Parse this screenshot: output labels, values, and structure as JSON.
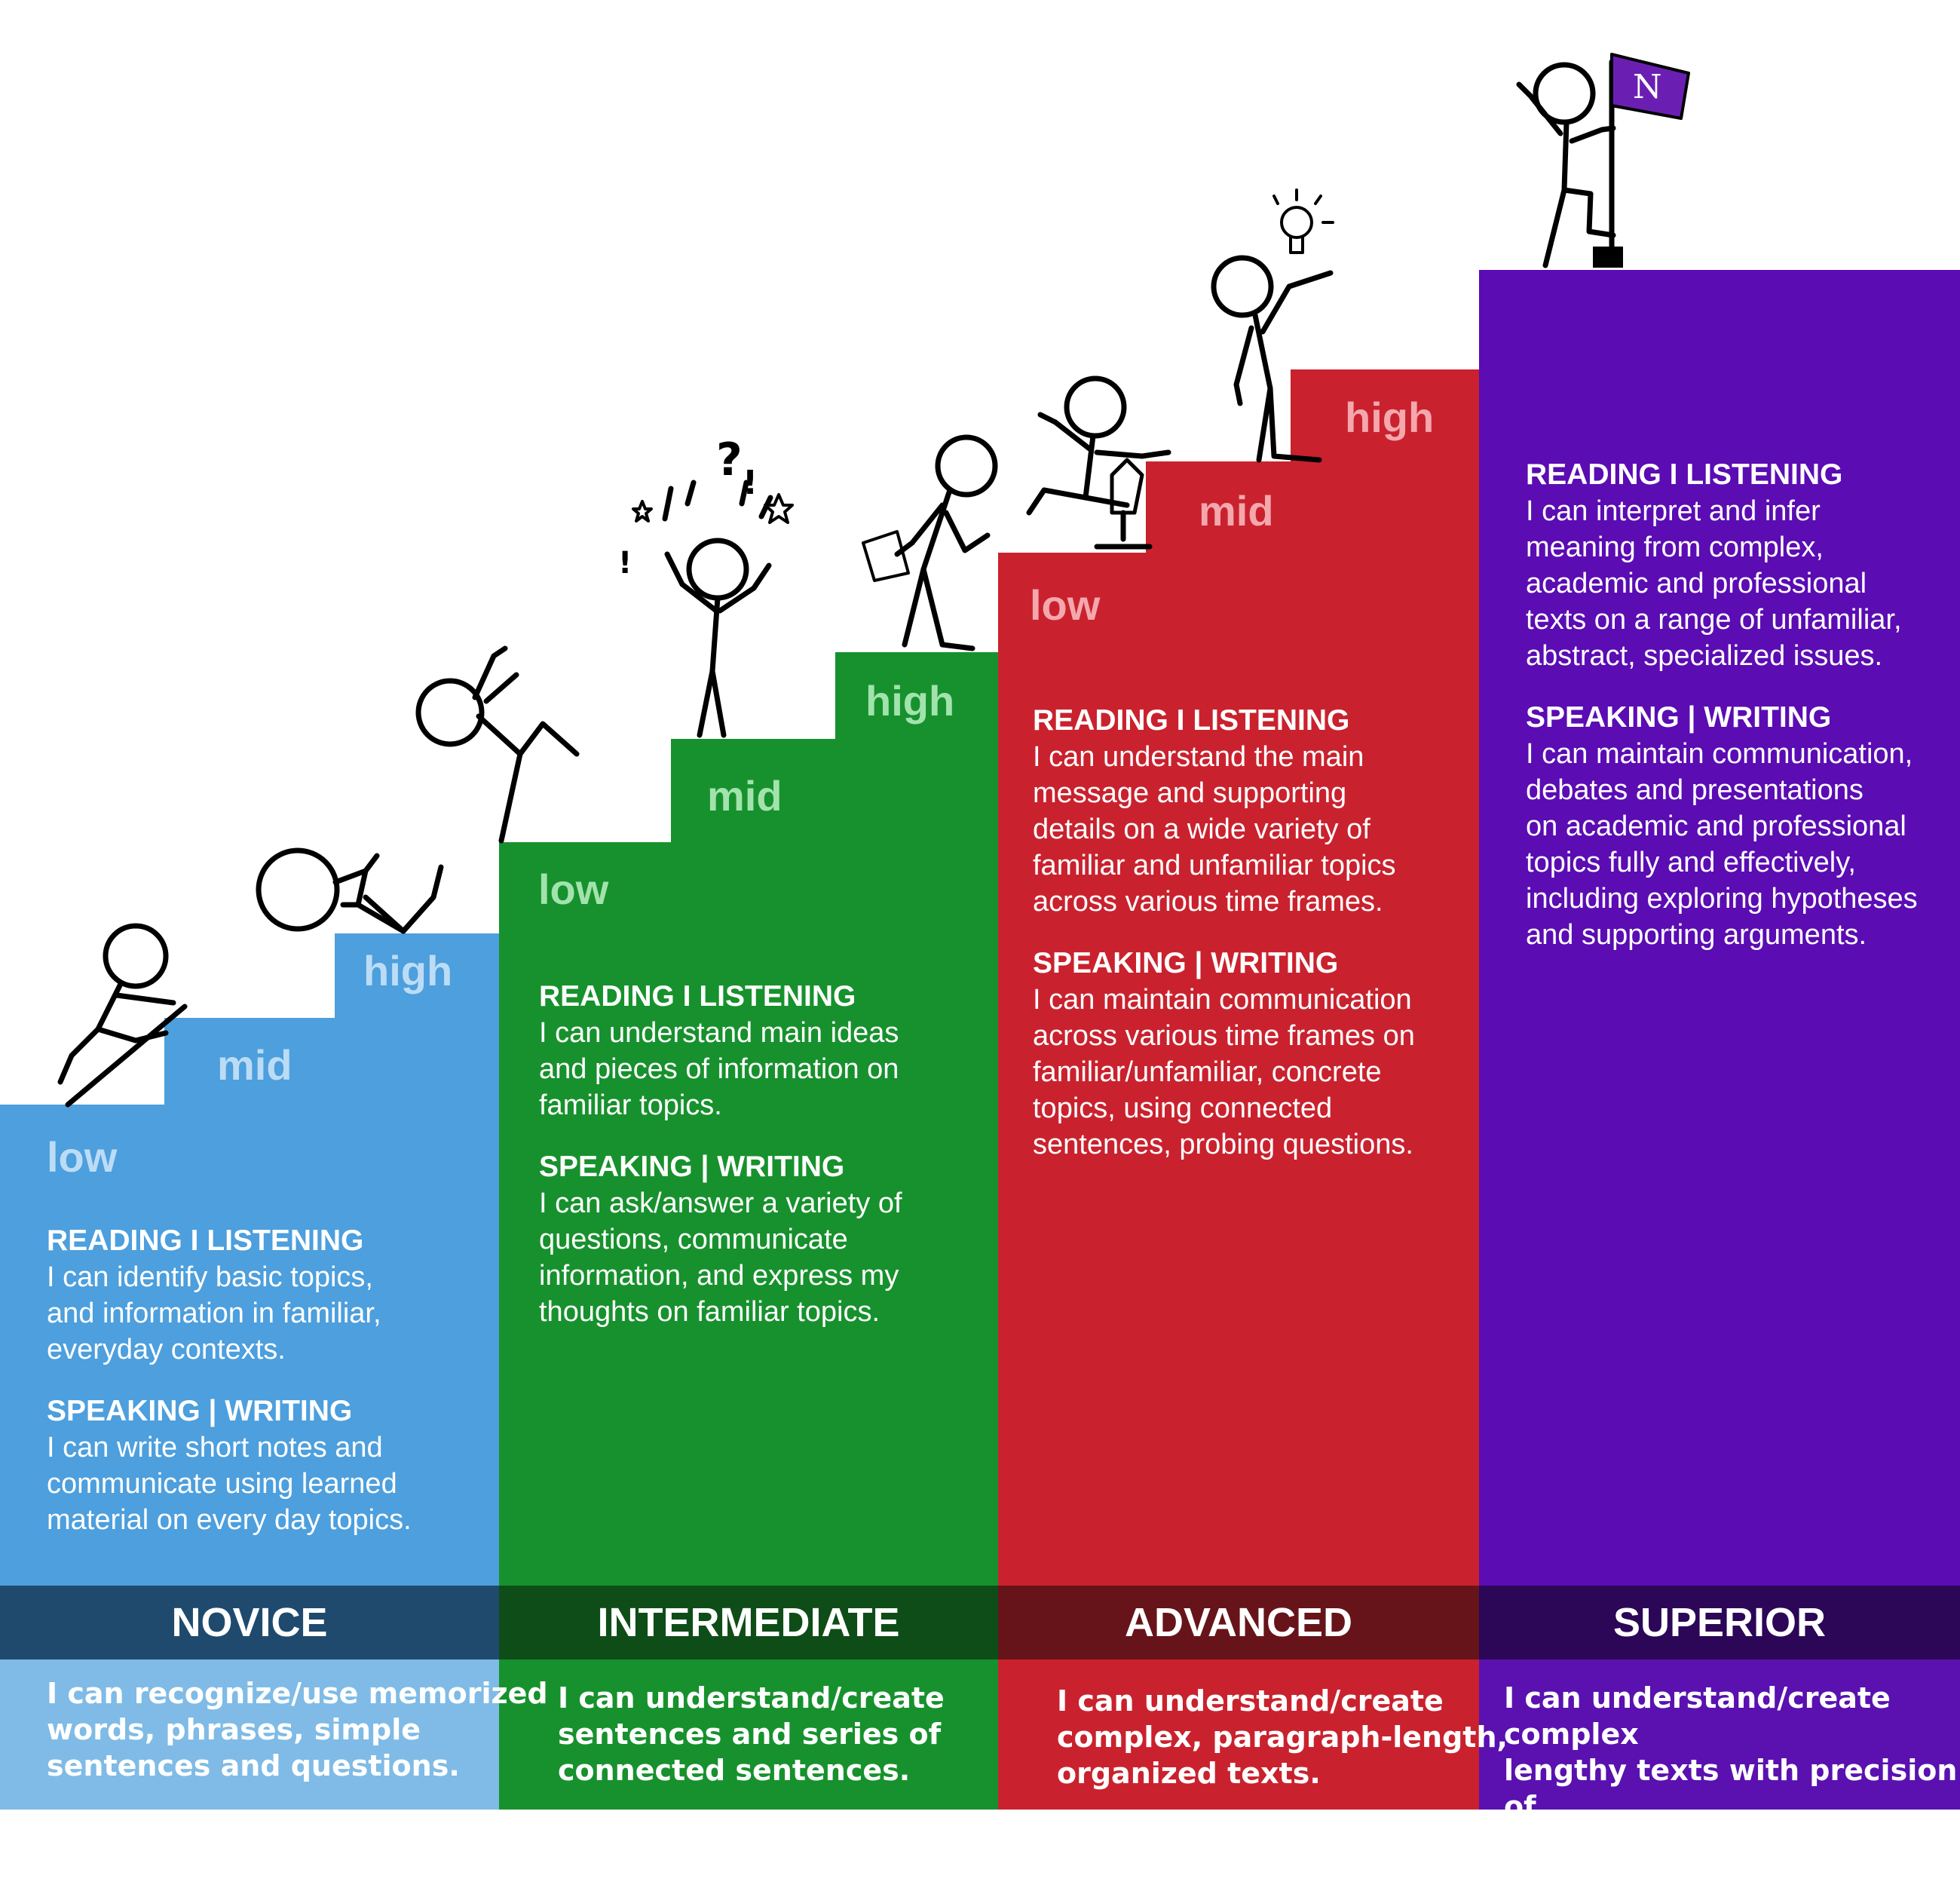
{
  "colors": {
    "novice": "#4d9fdd",
    "novice_band": "#1f4a6e",
    "novice_summary": "#7fbbe6",
    "intermediate": "#17912d",
    "intermediate_band": "#0f4d18",
    "advanced": "#c9222e",
    "advanced_band": "#66141a",
    "superior": "#5b0cb3",
    "superior_band": "#2c0657",
    "superior_summary": "#5a11b0"
  },
  "icons": {
    "flag": "flag-icon",
    "lightbulb": "lightbulb-icon",
    "question": "question-mark-icon"
  },
  "steps": {
    "novice": {
      "low": "low",
      "mid": "mid",
      "high": "high"
    },
    "intermediate": {
      "low": "low",
      "mid": "mid",
      "high": "high"
    },
    "advanced": {
      "low": "low",
      "mid": "mid",
      "high": "high"
    }
  },
  "flag_letter": "N",
  "novice": {
    "reading_heading": "READING I LISTENING",
    "reading_text": "I can identify basic topics,\nand information in familiar,\neveryday contexts.",
    "speaking_heading": "SPEAKING | WRITING",
    "speaking_text": "I can write short notes and\ncommunicate  using learned\nmaterial on every day topics.",
    "band": "NOVICE",
    "summary": "I can recognize/use memorized\nwords, phrases, simple\nsentences and questions."
  },
  "intermediate": {
    "reading_heading": "READING I LISTENING",
    "reading_text": "I can understand main ideas\nand pieces of information on\nfamiliar topics.",
    "speaking_heading": "SPEAKING | WRITING",
    "speaking_text": "I can ask/answer a variety of\nquestions, communicate\ninformation, and express my\nthoughts on familiar topics.",
    "band": "INTERMEDIATE",
    "summary": "I can understand/create\nsentences and series of\nconnected sentences."
  },
  "advanced": {
    "reading_heading": "READING I LISTENING",
    "reading_text": "I can understand the main\nmessage and supporting\ndetails on a wide variety of\nfamiliar and unfamiliar topics\nacross various time frames.",
    "speaking_heading": "SPEAKING | WRITING",
    "speaking_text": "I can maintain communication\nacross various time frames on\nfamiliar/unfamiliar, concrete\ntopics, using connected\nsentences, probing questions.",
    "band": "ADVANCED",
    "summary": "I can understand/create\ncomplex, paragraph-length,\norganized texts."
  },
  "superior": {
    "reading_heading": "READING I LISTENING",
    "reading_text": "I can interpret and infer\nmeaning from complex,\nacademic and professional\ntexts on a range of unfamiliar,\nabstract, specialized issues.",
    "speaking_heading": "SPEAKING | WRITING",
    "speaking_text": "I can maintain communication,\ndebates and presentations\non academic and professional\ntopics fully and effectively,\nincluding exploring hypotheses\nand supporting arguments.",
    "band": "SUPERIOR",
    "summary": "I can understand/create complex\nlengthy texts with precision of\nexpression to a wide audience."
  }
}
